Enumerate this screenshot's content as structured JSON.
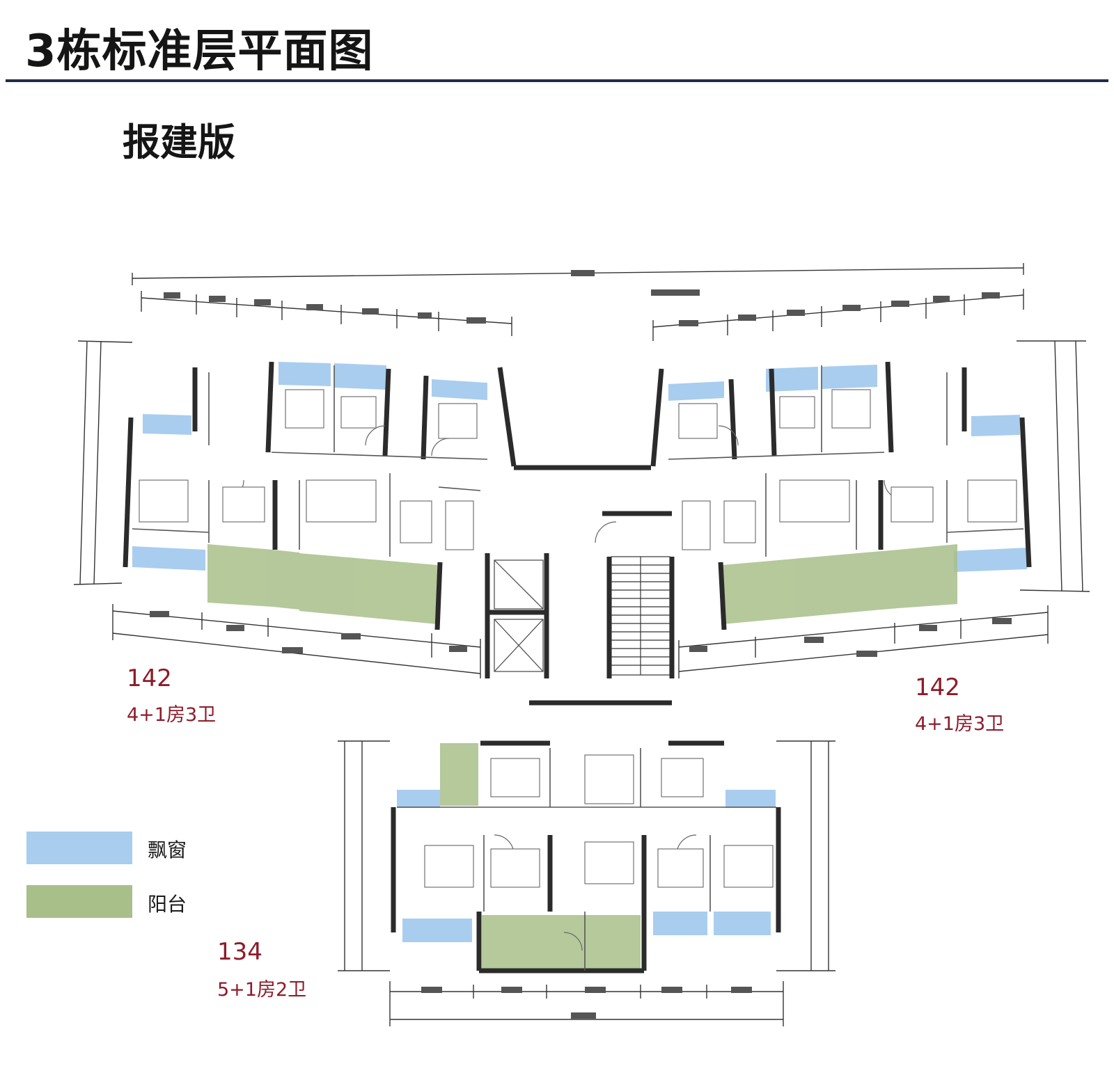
{
  "page": {
    "title": "3栋标准层平面图",
    "subtitle": "报建版"
  },
  "units": [
    {
      "id": "left",
      "area": "142",
      "type": "4+1房3卫"
    },
    {
      "id": "right",
      "area": "142",
      "type": "4+1房3卫"
    },
    {
      "id": "bottom",
      "area": "134",
      "type": "5+1房2卫"
    }
  ],
  "legend": [
    {
      "label": "飘窗",
      "color": "#a9cdef"
    },
    {
      "label": "阳台",
      "color": "#a8bf8a"
    }
  ],
  "colors": {
    "bay_window": "#a9cdef",
    "balcony": "#a8bf8a",
    "wall": "#2b2b2b",
    "title_rule": "#1f2d45",
    "unit_text": "#8e1b2a"
  }
}
